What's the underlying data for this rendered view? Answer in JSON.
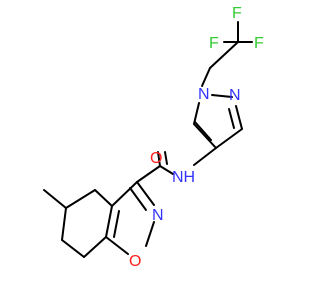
{
  "structure": {
    "atoms": [
      {
        "id": "F1",
        "label": "F",
        "color": "#33cc33"
      },
      {
        "id": "F2",
        "label": "F",
        "color": "#33cc33"
      },
      {
        "id": "F3",
        "label": "F",
        "color": "#33cc33"
      },
      {
        "id": "N1",
        "label": "N",
        "color": "#3333ff"
      },
      {
        "id": "N2",
        "label": "N",
        "color": "#3333ff"
      },
      {
        "id": "O1",
        "label": "O",
        "color": "#ff2020"
      },
      {
        "id": "NH",
        "label": "NH",
        "color": "#3333ff"
      },
      {
        "id": "N3",
        "label": "N",
        "color": "#3333ff"
      },
      {
        "id": "O2",
        "label": "O",
        "color": "#ff2020"
      }
    ]
  },
  "colors": {
    "bond": "#000000",
    "fluorine": "#33cc33",
    "nitrogen": "#3333ff",
    "oxygen": "#ff2020",
    "background": "#ffffff"
  }
}
